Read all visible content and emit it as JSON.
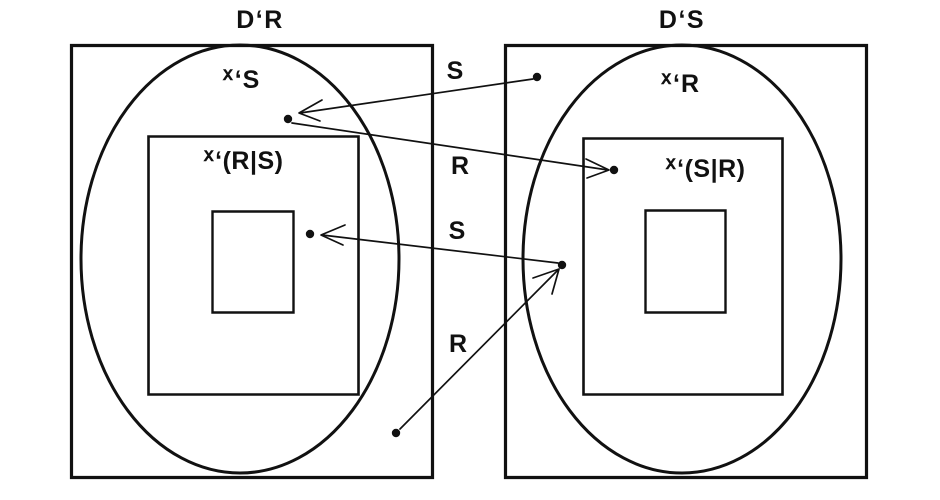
{
  "figure": {
    "title_left": "D‘R",
    "title_right": "D‘S",
    "background_color": "#ffffff",
    "ink_color": "#111111"
  },
  "panels": [
    {
      "id": "left",
      "frame_label": "D‘R",
      "oval_label_prefix": "ᕁ",
      "oval_label_suffix": "‘S",
      "oval_label_full": "ᕁ‘S",
      "box_label_prefix": "ᕁ",
      "box_label_suffix": "‘(R|S)",
      "box_label_full": "ᕁ‘(R|S)",
      "inner_box_label": ""
    },
    {
      "id": "right",
      "frame_label": "D‘S",
      "oval_label_prefix": "ᕁ",
      "oval_label_suffix": "‘R",
      "oval_label_full": "ᕁ‘R",
      "box_label_prefix": "ᕁ",
      "box_label_suffix": "‘(S|R)",
      "box_label_full": "ᕁ‘(S|R)",
      "inner_box_label": ""
    }
  ],
  "edge_labels": [
    {
      "id": "edge-1",
      "text": "S"
    },
    {
      "id": "edge-2",
      "text": "R"
    },
    {
      "id": "edge-3",
      "text": "S"
    },
    {
      "id": "edge-4",
      "text": "R"
    }
  ],
  "points": [
    {
      "id": "point-left-outer",
      "panel": "left",
      "region": "oval-outside-box"
    },
    {
      "id": "point-left-middle",
      "panel": "left",
      "region": "inside-box"
    },
    {
      "id": "point-left-corner",
      "panel": "left",
      "region": "frame-outside-oval"
    },
    {
      "id": "point-right-outer",
      "panel": "right",
      "region": "frame-outside-oval"
    },
    {
      "id": "point-right-middle",
      "panel": "right",
      "region": "inside-box"
    },
    {
      "id": "point-right-edge",
      "panel": "right",
      "region": "oval-outside-box"
    }
  ],
  "arrows": [
    {
      "id": "arrow-s-top",
      "label": "S",
      "from": "point-right-outer",
      "to": "point-left-outer"
    },
    {
      "id": "arrow-r-top",
      "label": "R",
      "from": "point-left-outer",
      "to": "point-right-middle"
    },
    {
      "id": "arrow-s-bottom",
      "label": "S",
      "from": "point-right-edge",
      "to": "point-left-middle"
    },
    {
      "id": "arrow-r-bottom",
      "label": "R",
      "from": "point-left-corner",
      "to": "point-right-edge"
    }
  ]
}
